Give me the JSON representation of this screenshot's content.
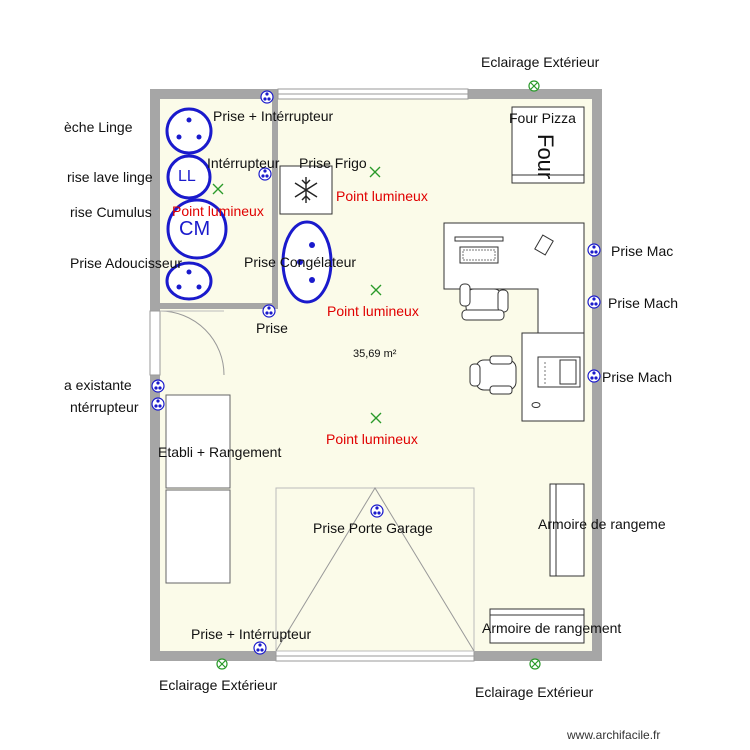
{
  "labels": {
    "ext_light_top": "Eclairage Extérieur",
    "ext_light_bottom_left": "Eclairage Extérieur",
    "ext_light_bottom_right": "Eclairage Extérieur",
    "seche_linge": "èche Linge",
    "prise_interrupteur_top": "Prise + Intérrupteur",
    "interrupteur": "Intérrupteur",
    "prise_frigo": "Prise Frigo",
    "prise_lave_linge": "rise lave linge",
    "prise_cumulus": "rise Cumulus",
    "prise_adoucisseur": "Prise Adoucisseur",
    "prise_congelateur": "Prise Congélateur",
    "prise": "Prise",
    "existante": "a existante",
    "interrupteur_left": "ntérrupteur",
    "etabli": "Etabli + Rangement",
    "prise_porte_garage": "Prise Porte Garage",
    "prise_interrupteur_bottom": "Prise + Intérrupteur",
    "armoire_right": "Armoire de rangeme",
    "armoire_bottom": "Armoire de rangement",
    "four_pizza": "Four Pizza",
    "four": "Four",
    "prise_mac_1": "Prise Mac",
    "prise_mach_2": "Prise Mach",
    "prise_mach_3": "Prise Mach",
    "point_lumineux_1": "Point lumineux",
    "point_lumineux_2": "Point lumineux",
    "point_lumineux_3": "Point lumineux",
    "point_lumineux_4": "Point lumineux",
    "area": "35,69 m²",
    "appliance_ll": "LL",
    "appliance_cm": "CM",
    "watermark": "www.archifacile.fr"
  },
  "colors": {
    "wall": "#a6a6a6",
    "floor": "#fbfbe9",
    "symbol_blue": "#1a1acc",
    "light_green": "#2a9a2a",
    "label_red": "#e00000"
  }
}
